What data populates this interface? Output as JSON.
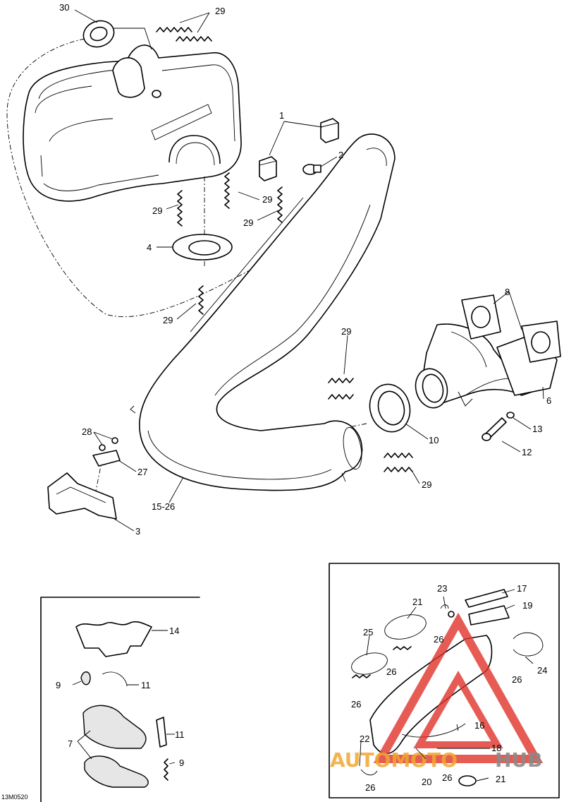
{
  "drawing_code": "13M0520",
  "watermark": {
    "part1": "AUTOMOTO",
    "part2": "HUB",
    "color_accent": "#e0332b",
    "color_text1": "#f0a830",
    "color_text2": "#8a8a8a"
  },
  "callouts": {
    "c1": "1",
    "c2": "2",
    "c3": "3",
    "c4": "4",
    "c6": "6",
    "c7": "7",
    "c8": "8",
    "c9a": "9",
    "c9b": "9",
    "c10": "10",
    "c11a": "11",
    "c11b": "11",
    "c12": "12",
    "c13": "13",
    "c14": "14",
    "c15": "15-26",
    "c16": "16",
    "c17": "17",
    "c18": "18",
    "c19": "19",
    "c20": "20",
    "c21a": "21",
    "c21b": "21",
    "c22": "22",
    "c23": "23",
    "c24": "24",
    "c25": "25",
    "c26a": "26",
    "c26b": "26",
    "c26c": "26",
    "c26d": "26",
    "c26e": "26",
    "c26f": "26",
    "c27": "27",
    "c28": "28",
    "c29a": "29",
    "c29b": "29",
    "c29c": "29",
    "c29d": "29",
    "c29e": "29",
    "c29f": "29",
    "c29g": "29",
    "c30": "30"
  }
}
